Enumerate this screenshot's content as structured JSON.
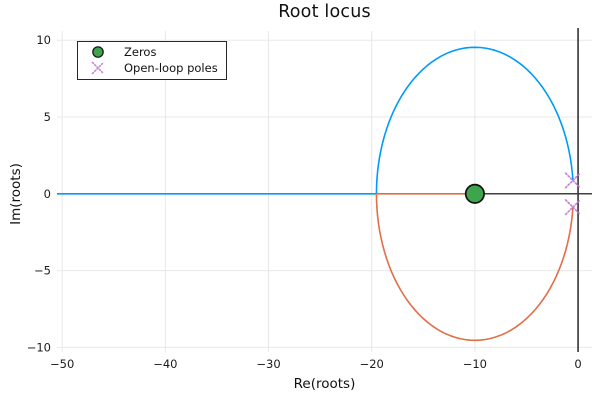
{
  "title": "Root locus",
  "chart_data": {
    "type": "line",
    "title": "Root locus",
    "xlabel": "Re(roots)",
    "ylabel": "Im(roots)",
    "xlim": [
      -50.5,
      1.35
    ],
    "ylim": [
      -10.3,
      10.6
    ],
    "x_ticks": [
      -50,
      -40,
      -30,
      -20,
      -10,
      0
    ],
    "y_ticks": [
      -10,
      -5,
      0,
      5,
      10
    ],
    "grid": true,
    "legend_position": "top-left",
    "zeros": [
      {
        "re": -10,
        "im": 0
      }
    ],
    "poles": [
      {
        "re": -0.5,
        "im": 0.87
      },
      {
        "re": -0.5,
        "im": -0.87
      }
    ],
    "locus_geometry": {
      "circle_center": [
        -10,
        0
      ],
      "circle_radius": 9.54,
      "break_in_point": -19.54,
      "real_axis_branch_extent": -50.5
    },
    "series": [
      {
        "name": "branch-upper",
        "color": "#009AFA",
        "description": "from pole -0.5+0.87j along upper semicircle to break-in -19.54 then along real axis to plot edge"
      },
      {
        "name": "branch-lower",
        "color": "#E26E47",
        "description": "from pole -0.5-0.87j along lower semicircle to break-in -19.54 then along real axis to zero -10"
      }
    ],
    "legend": [
      {
        "label": "Zeros",
        "marker": "circle",
        "color": "#3EA44E"
      },
      {
        "label": "Open-loop poles",
        "marker": "x",
        "color": "#C371D2"
      }
    ],
    "colors": {
      "axis": "#3f3f3f",
      "grid": "#e8e8e8",
      "tick_text": "#1c1c1c",
      "background": "#ffffff",
      "zero_marker_edge": "#111111"
    }
  }
}
